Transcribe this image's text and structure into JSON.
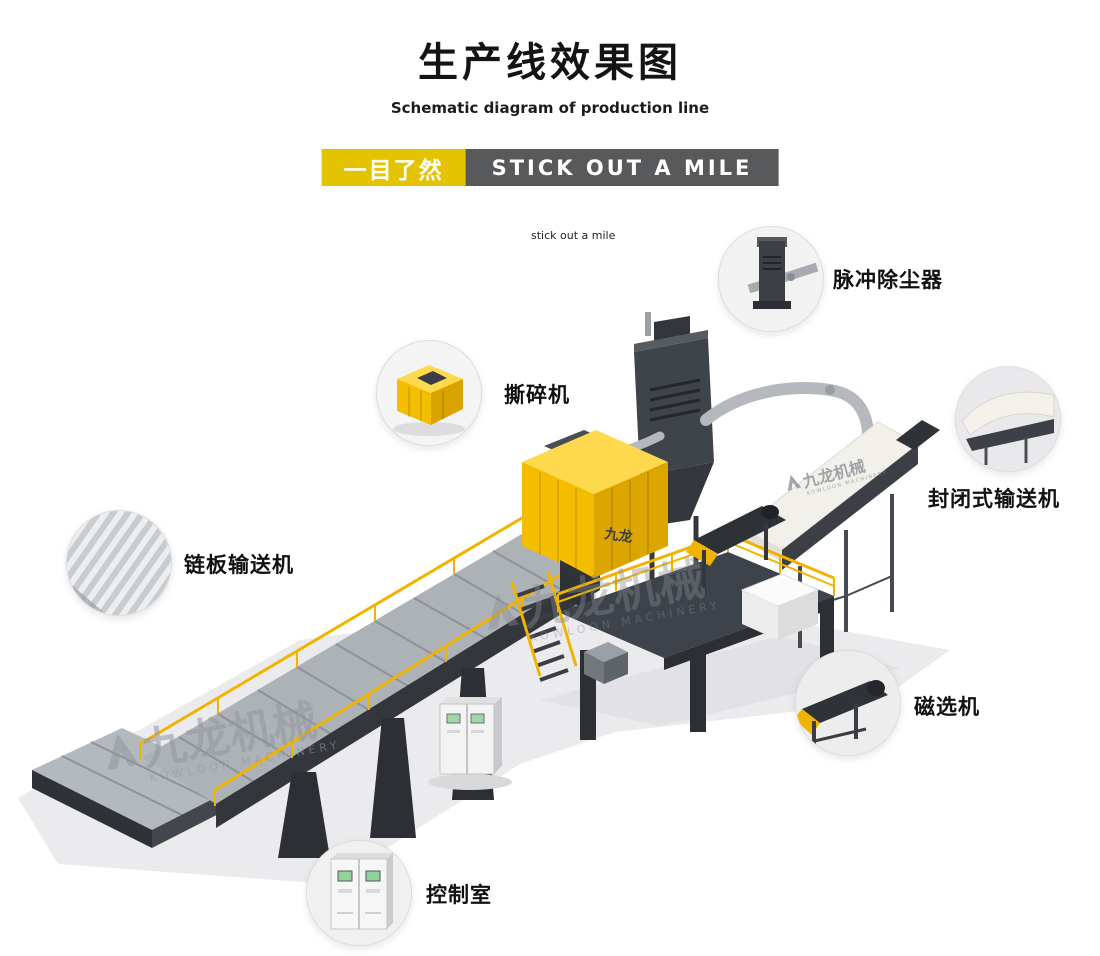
{
  "page": {
    "title": "生产线效果图",
    "subtitle": "Schematic diagram of production line",
    "banner_zh": "一目了然",
    "banner_en": "STICK OUT A MILE",
    "tagline": "stick out a mile"
  },
  "callouts": [
    {
      "id": "pulse-dust-collector",
      "label": "脉冲除尘器"
    },
    {
      "id": "shredder",
      "label": "撕碎机"
    },
    {
      "id": "enclosed-conveyor",
      "label": "封闭式输送机"
    },
    {
      "id": "chain-plate-conveyor",
      "label": "链板输送机"
    },
    {
      "id": "magnetic-separator",
      "label": "磁选机"
    },
    {
      "id": "control-room",
      "label": "控制室"
    }
  ],
  "brand": {
    "machine_label": "九龙",
    "watermark_zh": "九龙机械",
    "watermark_en": "KOWLOON MACHINERY"
  },
  "colors": {
    "accent_yellow": "#e4c400",
    "banner_gray": "#58595b",
    "machine_yellow": "#f5bd00",
    "machine_dark": "#3a3e44",
    "cream_cover": "#f2f0ea",
    "ground": "#ebebed"
  }
}
